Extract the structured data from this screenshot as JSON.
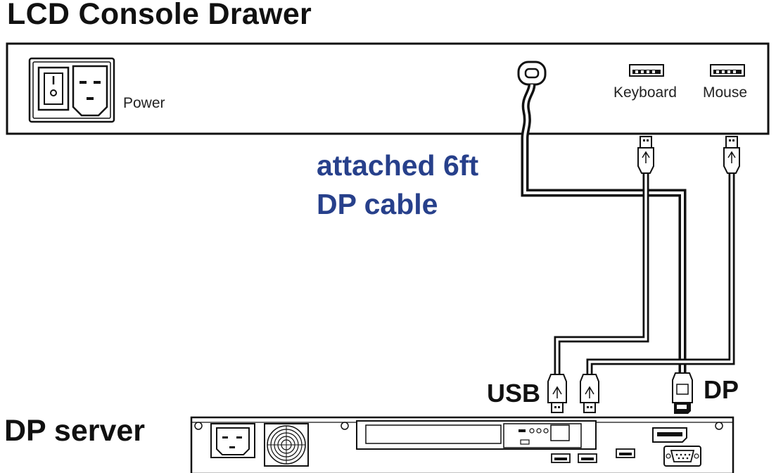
{
  "diagram": {
    "title": "LCD Console Drawer",
    "server_title": "DP server",
    "cable_note": {
      "line1": "attached 6ft",
      "line2": "DP cable"
    },
    "console_ports": {
      "power": "Power",
      "keyboard": "Keyboard",
      "mouse": "Mouse"
    },
    "connector_labels": {
      "usb": "USB",
      "dp": "DP"
    },
    "colors": {
      "cable_note": "#27408b",
      "line": "#111111"
    },
    "icons": [
      "power-inlet-icon",
      "power-switch-icon",
      "dp-port-icon",
      "usb-port-icon",
      "usb-plug-icon",
      "dp-plug-icon",
      "fan-icon",
      "vga-port-icon"
    ]
  }
}
